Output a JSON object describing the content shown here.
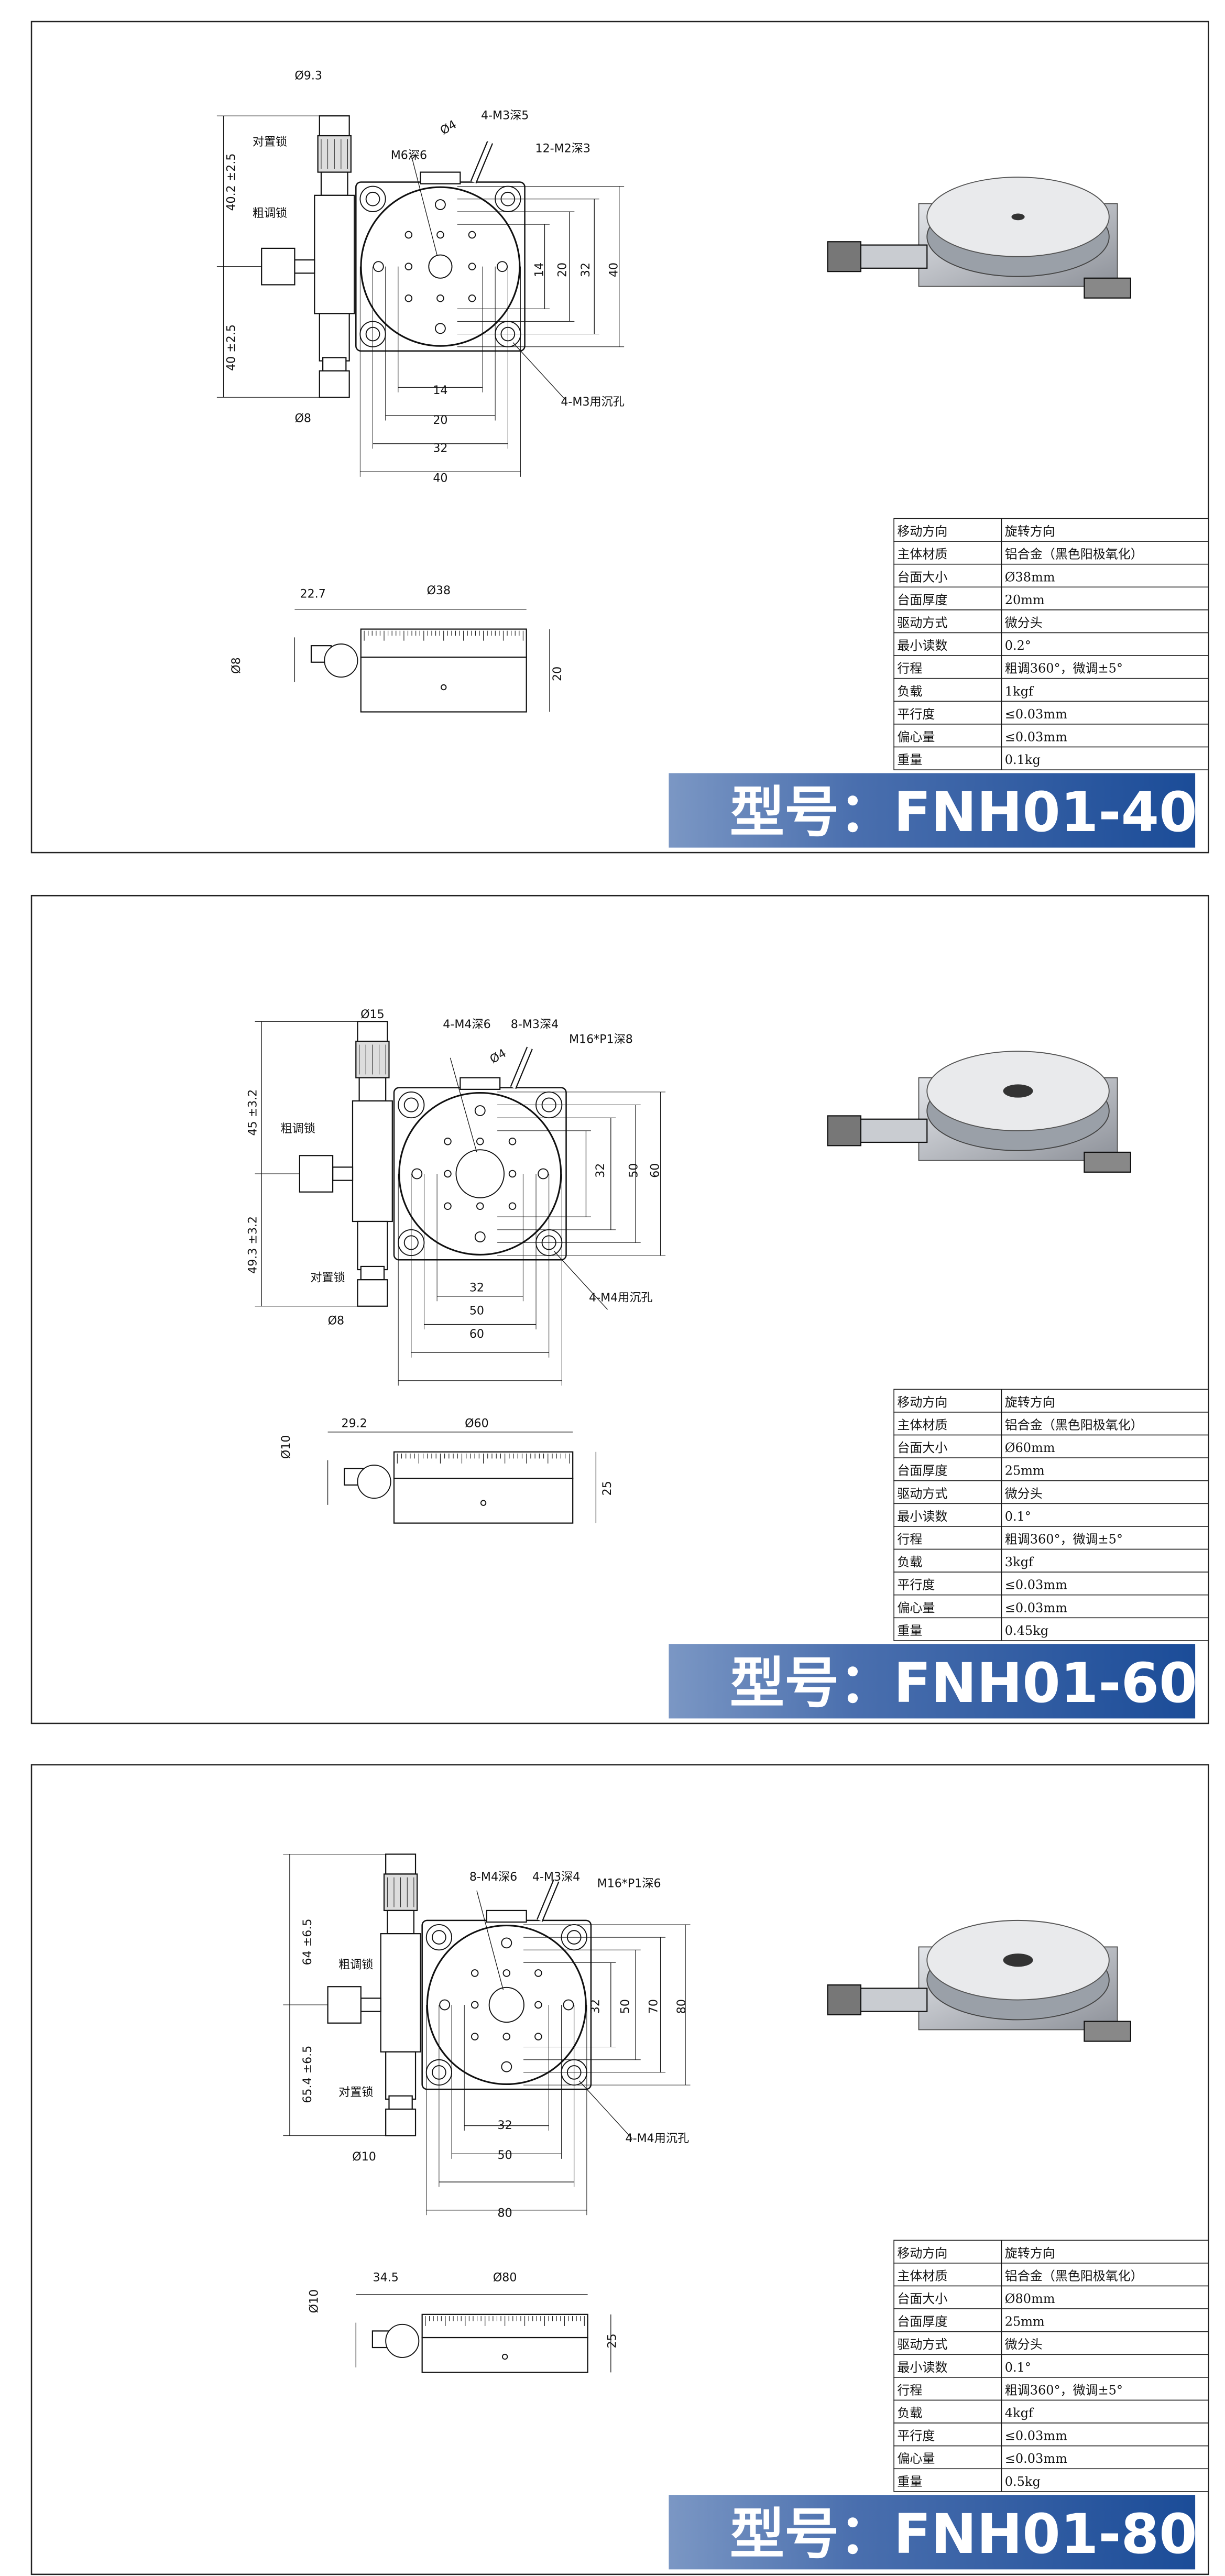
{
  "colors": {
    "banner_start": "#7b97c4",
    "banner_end": "#1b4c98",
    "line": "#111111",
    "metal": "#b9bcc2"
  },
  "panels": [
    {
      "model_title": "型号：FNH01-40",
      "top_labels": [
        "Ø9.3",
        "对置锁",
        "粗调锁",
        "40.2 ±2.5",
        "40 ±2.5",
        "Ø8",
        "M6深6",
        "Ø4",
        "4-M3深5",
        "12-M2深3",
        "14",
        "20",
        "32",
        "40",
        "14",
        "20",
        "32",
        "40",
        "4-M3用沉孔"
      ],
      "side_labels": [
        "22.7",
        "Ø38",
        "Ø8",
        "20"
      ],
      "specs": [
        {
          "k": "移动方向",
          "v": "旋转方向"
        },
        {
          "k": "主体材质",
          "v": "铝合金（黑色阳极氧化）"
        },
        {
          "k": "台面大小",
          "v": "Ø38mm"
        },
        {
          "k": "台面厚度",
          "v": "20mm"
        },
        {
          "k": "驱动方式",
          "v": "微分头"
        },
        {
          "k": "最小读数",
          "v": "0.2°"
        },
        {
          "k": "行程",
          "v": "粗调360°，微调±5°"
        },
        {
          "k": "负载",
          "v": "1kgf"
        },
        {
          "k": "平行度",
          "v": "≤0.03mm"
        },
        {
          "k": "偏心量",
          "v": "≤0.03mm"
        },
        {
          "k": "重量",
          "v": "0.1kg"
        }
      ]
    },
    {
      "model_title": "型号：FNH01-60",
      "top_labels": [
        "Ø15",
        "粗调锁",
        "对置锁",
        "45 ±3.2",
        "49.3 ±3.2",
        "Ø8",
        "4-M4深6",
        "8-M3深4",
        "M16*P1深8",
        "Ø4",
        "32",
        "50",
        "60",
        "32",
        "50",
        "60",
        "4-M4用沉孔"
      ],
      "side_labels": [
        "29.2",
        "Ø60",
        "Ø10",
        "25"
      ],
      "specs": [
        {
          "k": "移动方向",
          "v": "旋转方向"
        },
        {
          "k": "主体材质",
          "v": "铝合金（黑色阳极氧化）"
        },
        {
          "k": "台面大小",
          "v": "Ø60mm"
        },
        {
          "k": "台面厚度",
          "v": "25mm"
        },
        {
          "k": "驱动方式",
          "v": "微分头"
        },
        {
          "k": "最小读数",
          "v": "0.1°"
        },
        {
          "k": "行程",
          "v": "粗调360°，微调±5°"
        },
        {
          "k": "负载",
          "v": "3kgf"
        },
        {
          "k": "平行度",
          "v": "≤0.03mm"
        },
        {
          "k": "偏心量",
          "v": "≤0.03mm"
        },
        {
          "k": "重量",
          "v": "0.45kg"
        }
      ]
    },
    {
      "model_title": "型号：FNH01-80",
      "top_labels": [
        "粗调锁",
        "对置锁",
        "64 ±6.5",
        "65.4 ±6.5",
        "Ø10",
        "8-M4深6",
        "4-M3深4",
        "M16*P1深6",
        "32",
        "50",
        "70",
        "80",
        "32",
        "50",
        "80",
        "4-M4用沉孔"
      ],
      "side_labels": [
        "34.5",
        "Ø80",
        "Ø10",
        "25"
      ],
      "specs": [
        {
          "k": "移动方向",
          "v": "旋转方向"
        },
        {
          "k": "主体材质",
          "v": "铝合金（黑色阳极氧化）"
        },
        {
          "k": "台面大小",
          "v": "Ø80mm"
        },
        {
          "k": "台面厚度",
          "v": "25mm"
        },
        {
          "k": "驱动方式",
          "v": "微分头"
        },
        {
          "k": "最小读数",
          "v": "0.1°"
        },
        {
          "k": "行程",
          "v": "粗调360°，微调±5°"
        },
        {
          "k": "负载",
          "v": "4kgf"
        },
        {
          "k": "平行度",
          "v": "≤0.03mm"
        },
        {
          "k": "偏心量",
          "v": "≤0.03mm"
        },
        {
          "k": "重量",
          "v": "0.5kg"
        }
      ]
    }
  ]
}
